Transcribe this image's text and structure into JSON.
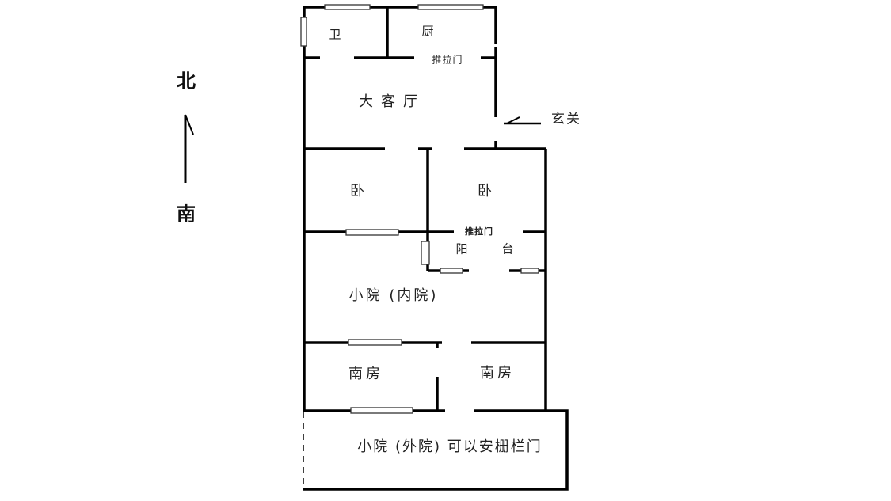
{
  "compass": {
    "north": "北",
    "south": "南"
  },
  "rooms": {
    "bathroom": "卫",
    "kitchen": "厨",
    "kitchen_door": "推拉门",
    "living_room": "大客厅",
    "entrance": "玄关",
    "bedroom_left": "卧",
    "bedroom_right": "卧",
    "balcony_door": "推拉门",
    "balcony_a": "阳",
    "balcony_b": "台",
    "inner_yard": "小院 (内院)",
    "south_room_left": "南房",
    "south_room_right": "南房",
    "outer_yard": "小院 (外院) 可以安栅栏门"
  }
}
